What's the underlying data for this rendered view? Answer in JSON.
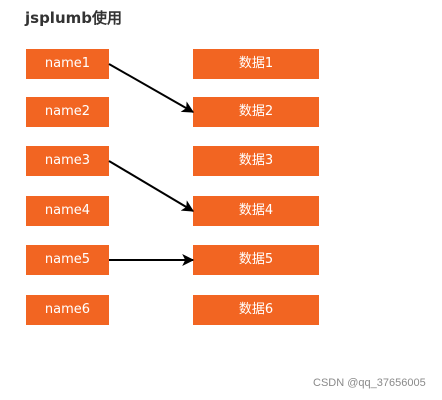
{
  "title": "jsplumb使用",
  "colors": {
    "node_fill": "#f26522",
    "connector": "#000000"
  },
  "left_nodes": [
    {
      "label": "name1"
    },
    {
      "label": "name2"
    },
    {
      "label": "name3"
    },
    {
      "label": "name4"
    },
    {
      "label": "name5"
    },
    {
      "label": "name6"
    }
  ],
  "right_nodes": [
    {
      "label": "数据1"
    },
    {
      "label": "数据2"
    },
    {
      "label": "数据3"
    },
    {
      "label": "数据4"
    },
    {
      "label": "数据5"
    },
    {
      "label": "数据6"
    }
  ],
  "connections": [
    {
      "from": "name1",
      "to": "数据2"
    },
    {
      "from": "name3",
      "to": "数据4"
    },
    {
      "from": "name5",
      "to": "数据5"
    }
  ],
  "watermark": "CSDN @qq_37656005"
}
